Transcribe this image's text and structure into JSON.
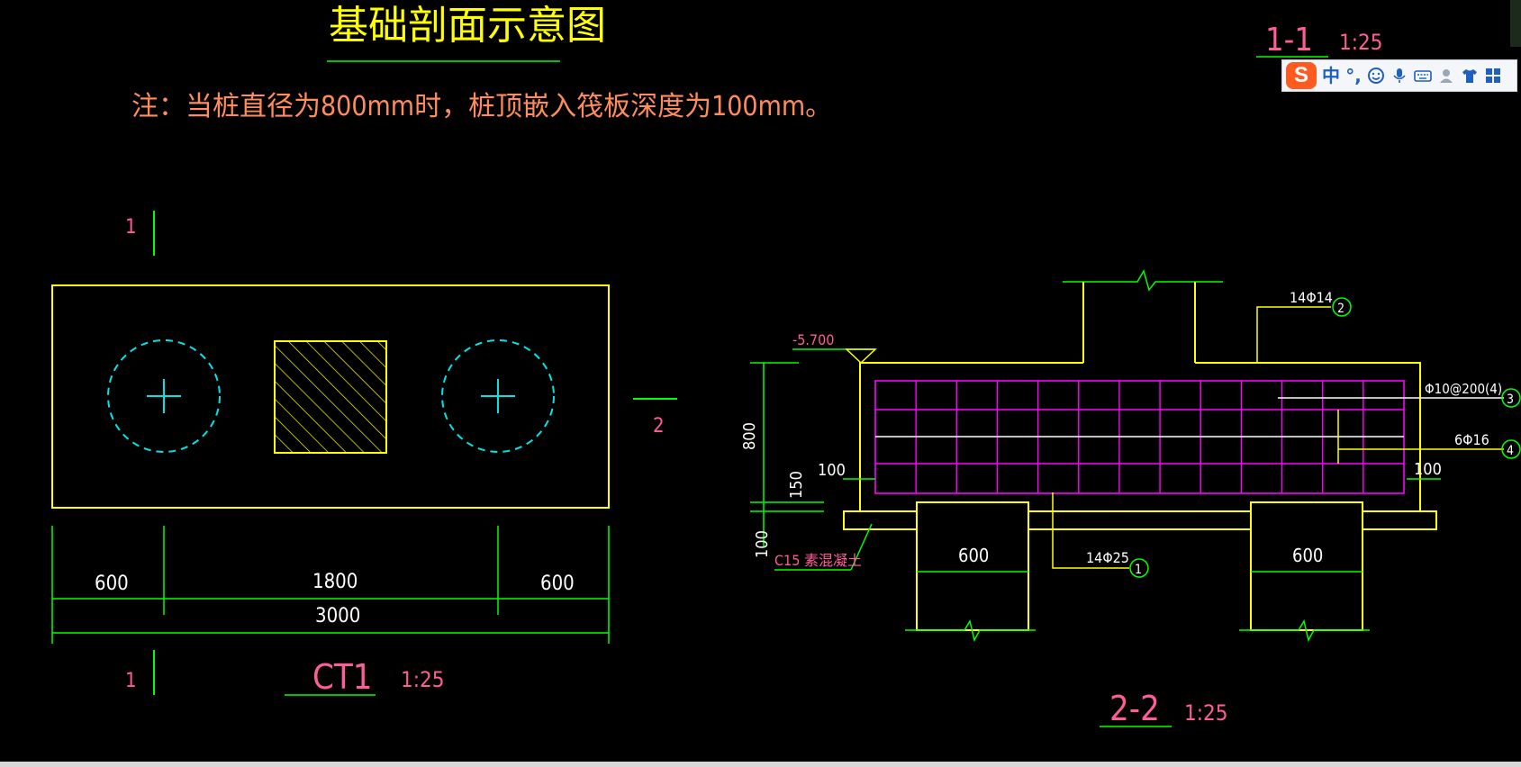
{
  "title": "基础剖面示意图",
  "note": "注：当桩直径为800mm时，桩顶嵌入筏板深度为100mm。",
  "plan": {
    "section_marks": [
      "1",
      "1",
      "2"
    ],
    "dims_top_row": [
      "600",
      "1800",
      "600"
    ],
    "dim_total": "3000",
    "label": "CT1",
    "scale": "1:25"
  },
  "section_1_1": {
    "label": "1-1",
    "scale": "1:25"
  },
  "section_2_2": {
    "label": "2-2",
    "scale": "1:25",
    "elevation": "-5.700",
    "dim_height": "800",
    "dim_cover": "100",
    "dim_pile_embed": "150",
    "dim_bedding": "100",
    "dim_side_right": "100",
    "pile_width_left": "600",
    "pile_width_right": "600",
    "bedding_label": "C15 素混凝土",
    "rebar": [
      {
        "id": "1",
        "text": "14Φ25"
      },
      {
        "id": "2",
        "text": "14Φ14"
      },
      {
        "id": "3",
        "text": "Φ10@200(4)"
      },
      {
        "id": "4",
        "text": "6Φ16"
      }
    ]
  },
  "ime_toolbar": {
    "logo": "S",
    "lang": "中",
    "punct": "°,"
  },
  "colors": {
    "yellow": "#ffff00",
    "green": "#00ff00",
    "cyan": "#00e5e5",
    "magenta": "#ff00ff",
    "pink": "#ff5c9a",
    "white": "#ffffff"
  }
}
